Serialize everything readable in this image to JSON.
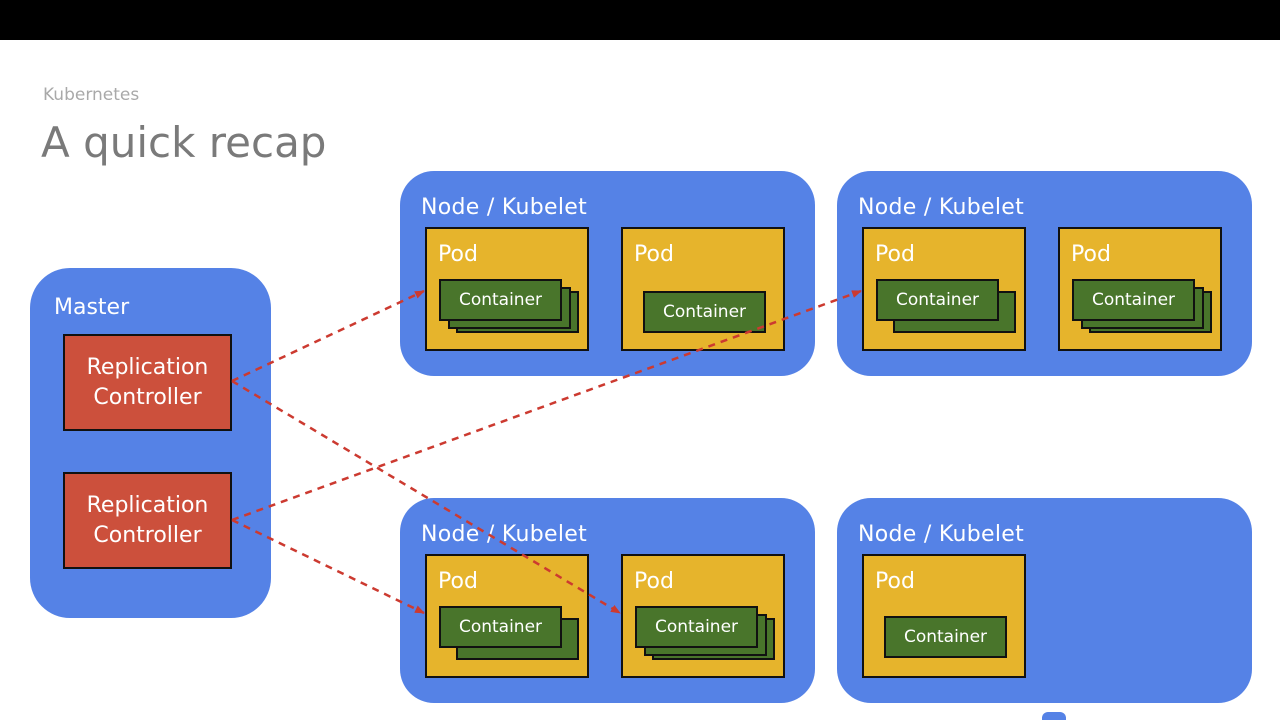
{
  "slide": {
    "subtitle": "Kubernetes",
    "title": "A quick recap"
  },
  "master": {
    "label": "Master",
    "controllers": [
      {
        "label": "Replication\nController"
      },
      {
        "label": "Replication\nController"
      }
    ]
  },
  "nodes": [
    {
      "label": "Node / Kubelet",
      "pods": [
        {
          "label": "Pod",
          "container": "Container"
        },
        {
          "label": "Pod",
          "container": "Container"
        }
      ]
    },
    {
      "label": "Node / Kubelet",
      "pods": [
        {
          "label": "Pod",
          "container": "Container"
        },
        {
          "label": "Pod",
          "container": "Container"
        }
      ]
    },
    {
      "label": "Node / Kubelet",
      "pods": [
        {
          "label": "Pod",
          "container": "Container"
        },
        {
          "label": "Pod",
          "container": "Container"
        }
      ]
    },
    {
      "label": "Node / Kubelet",
      "pods": [
        {
          "label": "Pod",
          "container": "Container"
        }
      ]
    }
  ],
  "colors": {
    "node": "#5582e6",
    "pod": "#e6b42c",
    "container": "#49752b",
    "controller": "#cc503c",
    "arrow": "#cc3a30"
  }
}
